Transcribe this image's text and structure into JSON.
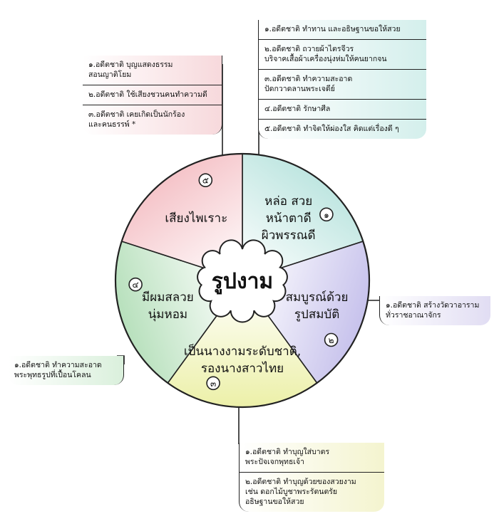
{
  "center": {
    "label": "รูปงาม"
  },
  "segments": [
    {
      "number": "๑",
      "lines": [
        "หล่อ สวย",
        "หน้าตาดี",
        "ผิวพรรณดี"
      ],
      "color": "#bfe6e1"
    },
    {
      "number": "๒",
      "lines": [
        "สมบูรณ์ด้วย",
        "รูปสมบัติ"
      ],
      "color": "#c7c2ec"
    },
    {
      "number": "๓",
      "lines": [
        "เป็นนางงามระดับชาติ,",
        "รองนางสาวไทย"
      ],
      "color": "#ecf0a8"
    },
    {
      "number": "๔",
      "lines": [
        "มีผมสลวย",
        "นุ่มหอม"
      ],
      "color": "#b7e0bc"
    },
    {
      "number": "๕",
      "lines": [
        "เสียงไพเราะ"
      ],
      "color": "#f5c4c9"
    }
  ],
  "boxes": {
    "b1": [
      "๑.อดีตชาติ ทำทาน และอธิษฐานขอให้สวย",
      "๒.อดีตชาติ ถวายผ้าไตรจีวร\nบริจาคเสื้อผ้าเครื่องนุ่งห่มให้คนยากจน",
      "๓.อดีตชาติ ทำความสะอาด\nปัดกวาดลานพระเจดีย์",
      "๔.อดีตชาติ รักษาศีล",
      "๕.อดีตชาติ ทำจิตให้ผ่องใส คิดแต่เรื่องดี ๆ"
    ],
    "b2": [
      "๑.อดีตชาติ สร้างวัดวาอาราม\nทั่วราชอาณาจักร"
    ],
    "b3": [
      "๑.อดีตชาติ ทำบุญใส่บาตร\nพระปัจเจกพุทธเจ้า",
      "๒.อดีตชาติ ทำบุญด้วยของสวยงาม\nเช่น ดอกไม้บูชาพระรัตนตรัย\nอธิษฐานขอให้สวย"
    ],
    "b4": [
      "๑.อดีตชาติ ทำความสะอาด\nพระพุทธรูปที่เปื้อนโคลน"
    ],
    "b5": [
      "๑.อดีตชาติ บุญแสดงธรรม\nสอนญาติโยม",
      "๒.อดีตชาติ ใช้เสียงชวนคนทำความดี",
      "๓.อดีตชาติ เคยเกิดเป็นนักร้อง\nและคนธรรพ์ *"
    ]
  }
}
